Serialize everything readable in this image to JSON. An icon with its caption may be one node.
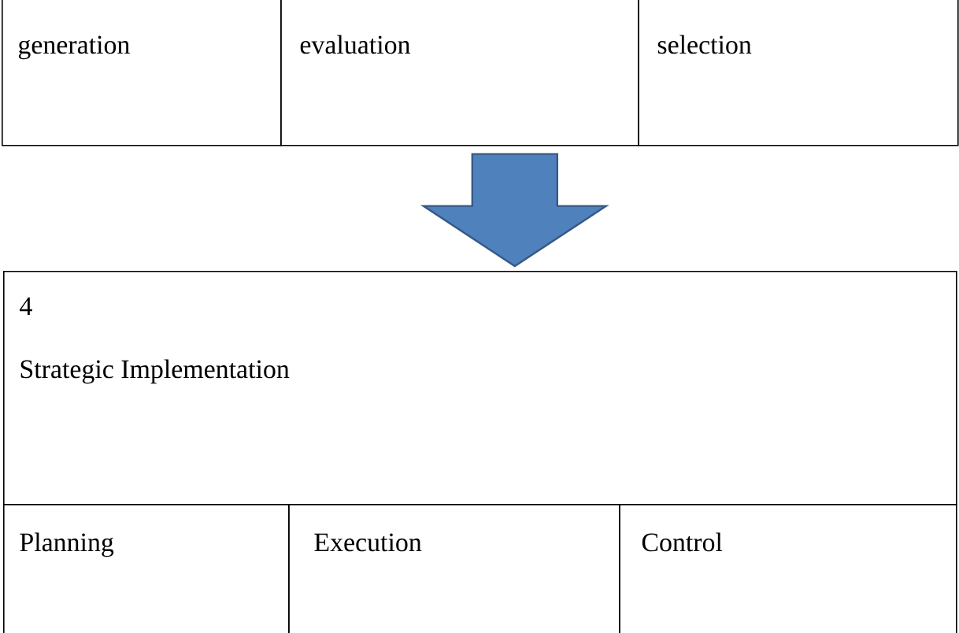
{
  "diagram": {
    "nodes": [
      {
        "text": [
          "generation"
        ]
      },
      {
        "text": [
          "evaluation"
        ]
      },
      {
        "text": [
          "selection"
        ]
      },
      {
        "text": [
          "4",
          "Strategic Implementation"
        ]
      },
      {
        "text": [
          "Planning"
        ]
      },
      {
        "text": [
          "Execution"
        ]
      },
      {
        "text": [
          "Control"
        ]
      }
    ],
    "edges": [
      {
        "from": 1,
        "to": 3,
        "arrow": "to"
      }
    ]
  }
}
